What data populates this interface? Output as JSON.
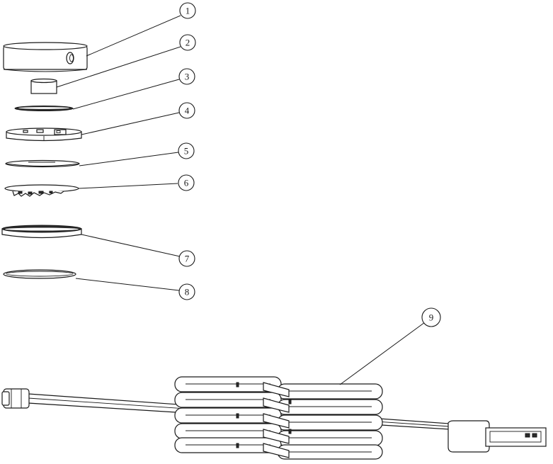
{
  "callouts": [
    {
      "label": "1"
    },
    {
      "label": "2"
    },
    {
      "label": "3"
    },
    {
      "label": "4"
    },
    {
      "label": "5"
    },
    {
      "label": "6"
    },
    {
      "label": "7"
    },
    {
      "label": "8"
    },
    {
      "label": "9"
    }
  ]
}
